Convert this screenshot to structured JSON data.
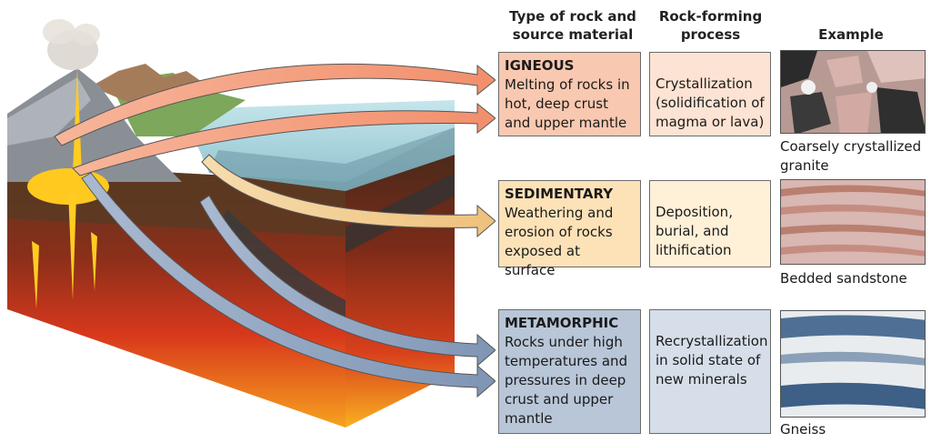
{
  "headers": {
    "rock_type": "Type of rock and source material",
    "process": "Rock-forming process",
    "example": "Example"
  },
  "rows": [
    {
      "type": "IGNEOUS",
      "source": [
        "Melting of rocks in",
        "hot, deep crust",
        "and upper mantle"
      ],
      "process": [
        "Crystallization",
        "(solidification of",
        "magma or lava)"
      ],
      "example": [
        "Coarsely crystallized",
        "granite"
      ]
    },
    {
      "type": "SEDIMENTARY",
      "source": [
        "Weathering and",
        "erosion of rocks",
        "exposed at surface"
      ],
      "process": [
        "Deposition,",
        "burial, and",
        "lithification"
      ],
      "example": [
        "Bedded sandstone"
      ]
    },
    {
      "type": "METAMORPHIC",
      "source": [
        "Rocks under high",
        "temperatures and",
        "pressures in deep",
        "crust and upper",
        "mantle"
      ],
      "process": [
        "Recrystallization",
        "in solid state of",
        "new minerals"
      ],
      "example": [
        "Gneiss"
      ]
    }
  ],
  "colors": {
    "igneous": "#f9c8b0",
    "sedimentary": "#fde2b8",
    "metamorphic": "#b8c6d8",
    "igneous_arrow": "#f4a484",
    "sedimentary_arrow": "#f2cc8a",
    "metamorphic_arrow": "#8fa3bf"
  }
}
